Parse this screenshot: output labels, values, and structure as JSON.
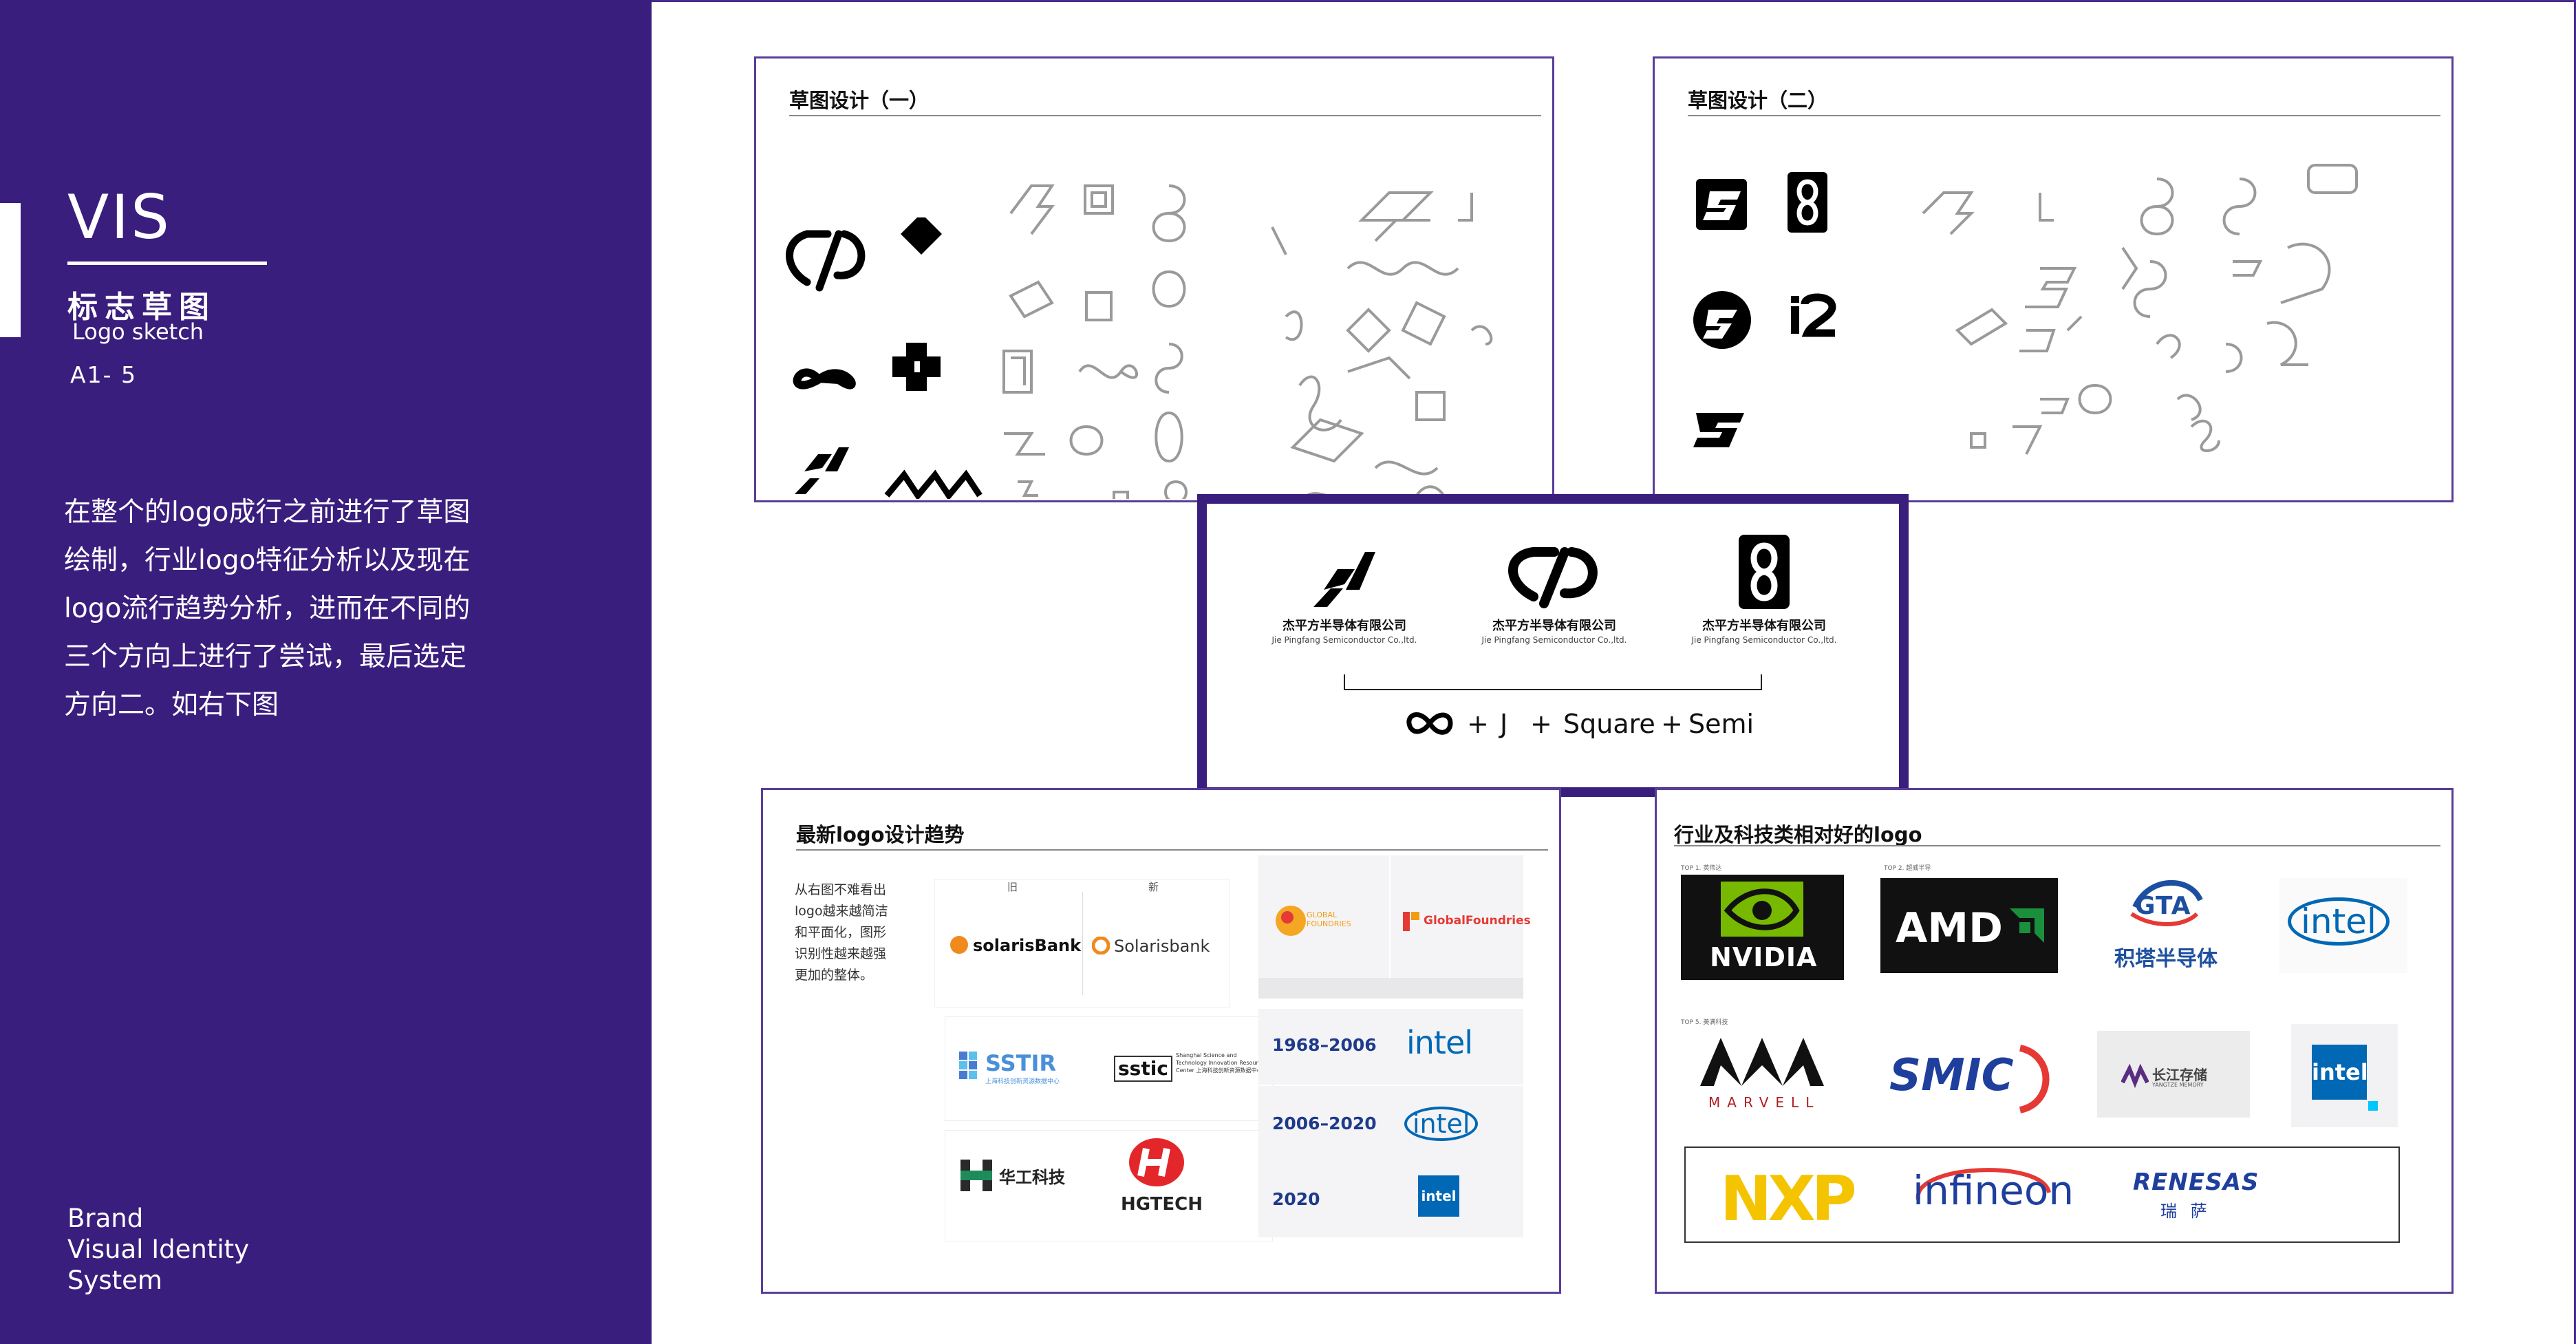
{
  "sidebar": {
    "vis": "VIS",
    "cn_title": "标志草图",
    "en_title": "Logo sketch",
    "page_no": "A1- 5",
    "description": "在整个的logo成行之前进行了草图\n绘制，行业logo特征分析以及现在\nlogo流行趋势分析，进而在不同的\n三个方向上进行了尝试，最后选定\n方向二。如右下图",
    "brand": "Brand\nVisual Identity\nSystem"
  },
  "panels": {
    "sketch_one_title": "草图设计（一）",
    "sketch_two_title": "草图设计（二）",
    "trend_title": "最新logo设计趋势",
    "industry_title": "行业及科技类相对好的logo"
  },
  "selection": {
    "candidates": [
      {
        "cn": "杰平方半导体有限公司",
        "en": "Jie Pingfang Semiconductor Co.,ltd."
      },
      {
        "cn": "杰平方半导体有限公司",
        "en": "Jie Pingfang Semiconductor Co.,ltd."
      },
      {
        "cn": "杰平方半导体有限公司",
        "en": "Jie Pingfang Semiconductor Co.,ltd."
      }
    ],
    "formula": {
      "plus": "+",
      "j": "J",
      "square": "Square",
      "semi": "Semi"
    }
  },
  "trend": {
    "note": "从右图不难看出\nlogo越来越简洁\n和平面化，图形\n识别性越来越强\n更加的整体。",
    "old_label": "旧",
    "new_label": "新",
    "solaris_old": "solarisBank",
    "solaris_new": "Solarisbank",
    "sstir": "SSTIR",
    "sstir_sub": "上海科技创新资源数据中心",
    "sstic": "sstic",
    "sstic_desc": "Shanghai Science and Technology Innovation Resource Center 上海科技创新资源数据中心",
    "hg_cn": "华工科技",
    "hgtech": "HGTECH",
    "gf_old": "GLOBAL FOUNDRIES",
    "gf_new": "GlobalFoundries",
    "intel_years": [
      "1968–2006",
      "2006–2020",
      "2020"
    ],
    "intel_words": [
      "intel",
      "intel",
      "intel"
    ]
  },
  "industry": {
    "top1_caption": "TOP 1. 英伟达",
    "top2_caption": "TOP 2. 超威半导",
    "top5_caption": "TOP 5. 美满科技",
    "nvidia": "NVIDIA",
    "amd": "AMD",
    "gta_mark": "GTA",
    "gta_cn": "积塔半导体",
    "intel_a": "intel",
    "marvell": "MARVELL",
    "smic": "SMIC",
    "yangtze_cn": "长江存储",
    "yangtze_en": "YANGTZE MEMORY",
    "intel_b": "intel",
    "nxp": "NXP",
    "infineon": "infineon",
    "renesas": "RENESAS",
    "renesas_cn": "瑞 萨"
  },
  "colors": {
    "purple": "#3a1e7d",
    "nvidia_green": "#76b900",
    "intel_blue": "#0068b5",
    "smic_blue": "#1f3f9d"
  }
}
